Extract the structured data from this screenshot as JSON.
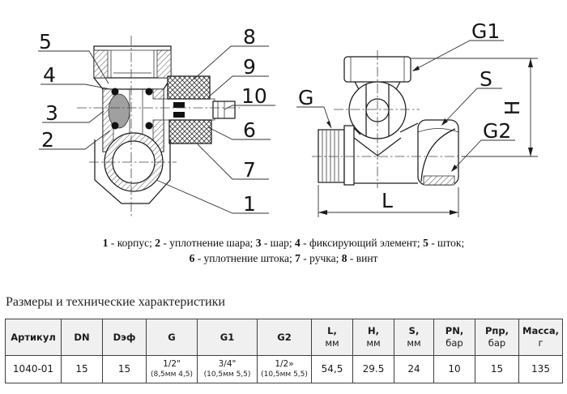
{
  "colors": {
    "line": "#1c1c1c",
    "table_border": "#3f3f3f",
    "table_header_bg": "#f0f0f0",
    "text": "#1a1a1a",
    "ball_fill": "#a0a0a0"
  },
  "drawing_labels": {
    "c1": "1",
    "c2": "2",
    "c3": "3",
    "c4": "4",
    "c5": "5",
    "c6": "6",
    "c7": "7",
    "c8": "8",
    "c9": "9",
    "c10": "10",
    "g": "G",
    "g1": "G1",
    "g2": "G2",
    "s": "S",
    "h": "H",
    "l": "L"
  },
  "legend": {
    "items": [
      {
        "num": "1",
        "text": " - корпус; "
      },
      {
        "num": "2",
        "text": " - уплотнение шара; "
      },
      {
        "num": "3",
        "text": " - шар; "
      },
      {
        "num": "4",
        "text": " - фиксирующий элемент; "
      },
      {
        "num": "5",
        "text": " - шток;"
      },
      {
        "num": "6",
        "text": " - уплотнение штока; "
      },
      {
        "num": "7",
        "text": " - ручка; "
      },
      {
        "num": "8",
        "text": " - винт"
      }
    ]
  },
  "section": {
    "title": "Размеры и технические характеристики"
  },
  "table": {
    "headers": [
      {
        "main": "Артикул"
      },
      {
        "main": "DN"
      },
      {
        "main": "Dэф"
      },
      {
        "main": "G"
      },
      {
        "main": "G1"
      },
      {
        "main": "G2"
      },
      {
        "main": "L,",
        "sub": "мм"
      },
      {
        "main": "H,",
        "sub": "мм"
      },
      {
        "main": "S,",
        "sub": "мм"
      },
      {
        "main": "PN,",
        "sub": "бар"
      },
      {
        "main": "Pпр,",
        "sub": "бар"
      },
      {
        "main": "Масса,",
        "sub": "г"
      }
    ],
    "rows": [
      [
        {
          "main": "1040-01"
        },
        {
          "main": "15"
        },
        {
          "main": "15"
        },
        {
          "main": "1/2\"",
          "sub": "(8,5мм 4,5)"
        },
        {
          "main": "3/4\"",
          "sub": "(10,5мм 5,5)"
        },
        {
          "main": "1/2»",
          "sub": "(10,5мм 5,5)"
        },
        {
          "main": "54,5"
        },
        {
          "main": "29.5"
        },
        {
          "main": "24"
        },
        {
          "main": "10"
        },
        {
          "main": "15"
        },
        {
          "main": "135"
        }
      ]
    ]
  }
}
